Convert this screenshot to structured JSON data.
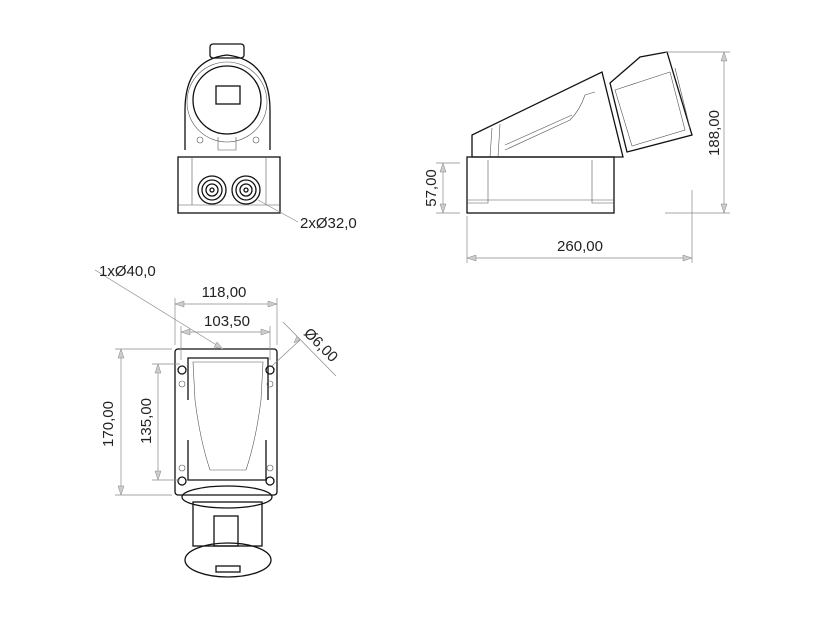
{
  "drawing": {
    "front_view": {
      "gland_callout": "2xØ32,0"
    },
    "side_view": {
      "base_height": "57,00",
      "total_height": "188,00",
      "total_length": "260,00"
    },
    "bottom_view": {
      "entry_callout": "1xØ40,0",
      "overall_width": "118,00",
      "hole_spacing_width": "103,50",
      "hole_diameter": "Ø6,00",
      "overall_height": "170,00",
      "hole_spacing_height": "135,00"
    }
  }
}
